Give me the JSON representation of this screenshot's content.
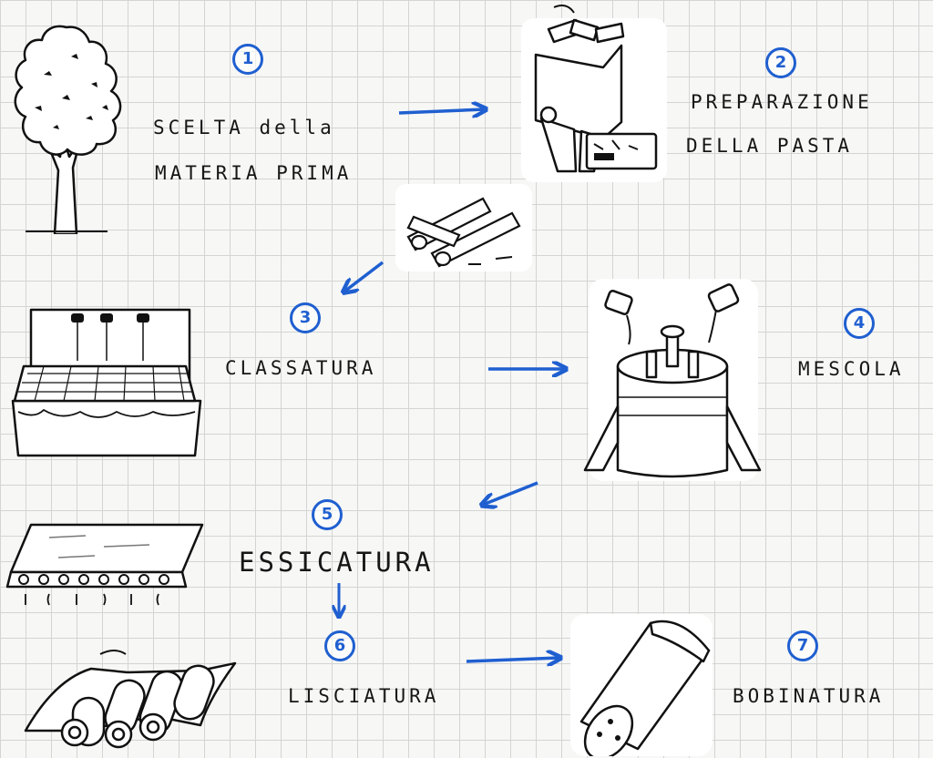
{
  "accent_color": "#1f5fd0",
  "steps": [
    {
      "number": "1",
      "label_lines": [
        "SCELTA della",
        "MATERIA PRIMA"
      ],
      "icon": "tree-icon"
    },
    {
      "number": "2",
      "label_lines": [
        "PREPARAZIONE",
        "DELLA PASTA"
      ],
      "icon": "wood-chipper-icon"
    },
    {
      "number": "3",
      "label_lines": [
        "CLASSATURA"
      ],
      "icon": "sieve-tank-icon"
    },
    {
      "number": "4",
      "label_lines": [
        "MESCOLA"
      ],
      "icon": "mixing-vat-icon"
    },
    {
      "number": "5",
      "label_lines": [
        "ESSICATURA"
      ],
      "icon": "conveyor-dryer-icon"
    },
    {
      "number": "6",
      "label_lines": [
        "LISCIATURA"
      ],
      "icon": "calender-rollers-icon"
    },
    {
      "number": "7",
      "label_lines": [
        "BOBINATURA"
      ],
      "icon": "paper-roll-icon"
    }
  ]
}
